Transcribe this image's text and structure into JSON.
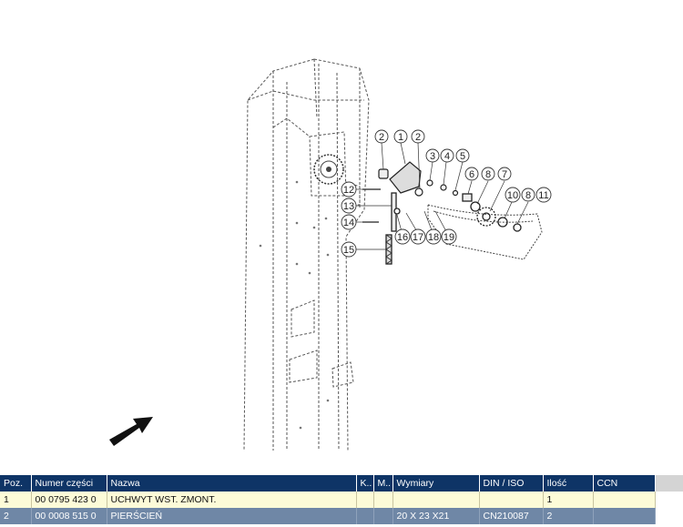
{
  "drawing": {
    "callouts": [
      "1",
      "2",
      "2",
      "3",
      "4",
      "5",
      "6",
      "7",
      "8",
      "8",
      "10",
      "11",
      "12",
      "13",
      "14",
      "15",
      "16",
      "17",
      "18",
      "19"
    ],
    "arrow_icon": "arrow-up-right-icon"
  },
  "table": {
    "columns": [
      "Poz.",
      "Numer części",
      "Nazwa",
      "K..",
      "M..",
      "Wymiary",
      "DIN / ISO",
      "Ilość",
      "CCN"
    ],
    "rows": [
      [
        "1",
        "00 0795 423 0",
        "UCHWYT WST. ZMONT.",
        "",
        "",
        "",
        "",
        "1",
        ""
      ],
      [
        "2",
        "00 0008 515 0",
        "PIERŚCIEŃ",
        "",
        "",
        "20  X 23  X21",
        "CN210087",
        "2",
        ""
      ]
    ]
  },
  "colors": {
    "header_bg": "#0e3466",
    "row_a_bg": "#fdfbd8",
    "row_b_bg": "#6f87a6"
  }
}
